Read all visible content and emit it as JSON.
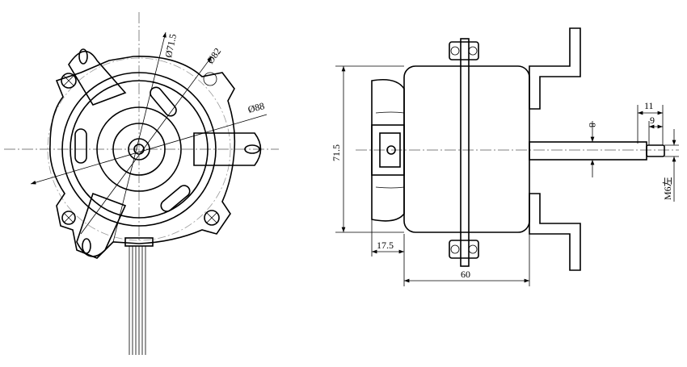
{
  "front_view": {
    "dim_inner_diameter": "Ø71.5",
    "dim_hole_circle": "Ø82",
    "dim_outer_diameter": "Ø88"
  },
  "side_view": {
    "dim_body_height": "71.5",
    "dim_hub_depth": "17.5",
    "dim_body_length": "60",
    "dim_thread_length_total": "11",
    "dim_thread_length": "9",
    "dim_shaft_diameter": "8",
    "dim_thread_spec": "M6左"
  }
}
